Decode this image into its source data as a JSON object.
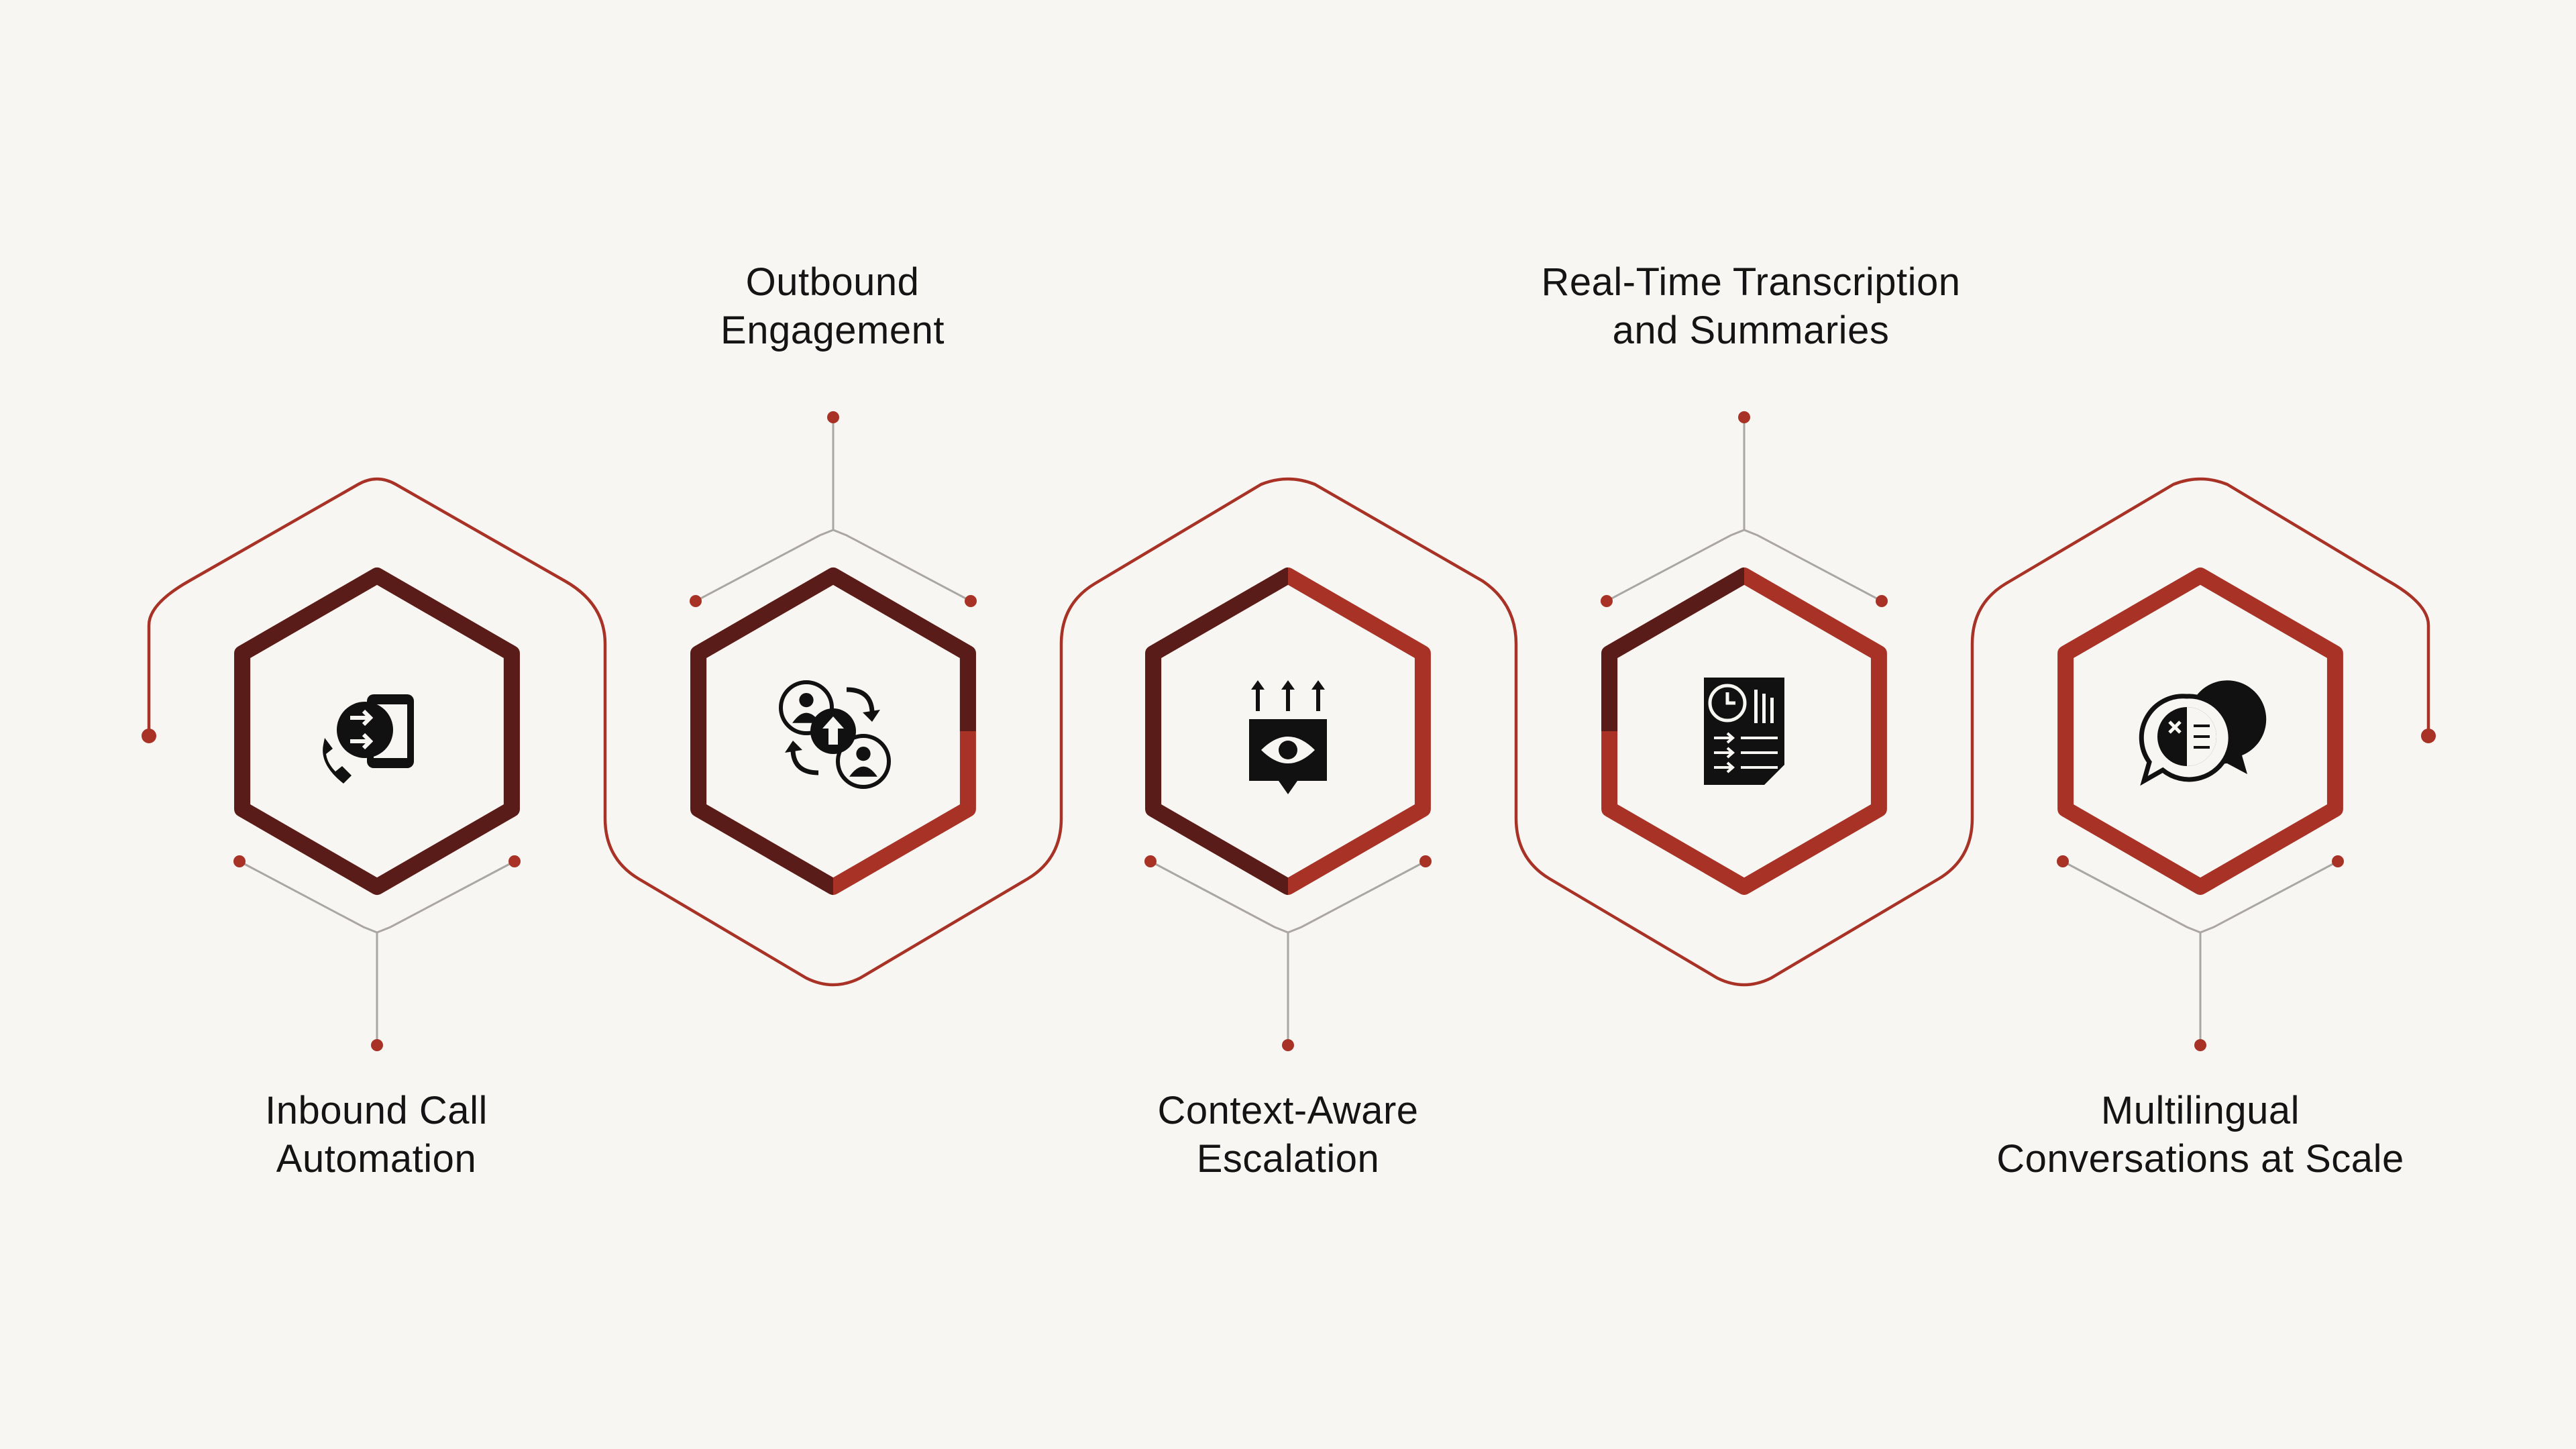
{
  "colors": {
    "background": "#f8f6f3",
    "dark": "#5a1c18",
    "accent": "#a83226",
    "connector": "#a9a6a3",
    "dot": "#a83226",
    "icon": "#111111"
  },
  "steps": [
    {
      "id": "inbound",
      "icon": "phone-transfer-icon",
      "progress": 1.0,
      "label_lines": [
        "Inbound Call",
        "Automation"
      ]
    },
    {
      "id": "outbound",
      "icon": "people-cycle-icon",
      "progress": 0.75,
      "label_lines": [
        "Outbound",
        "Engagement"
      ]
    },
    {
      "id": "escalation",
      "icon": "eye-escalation-icon",
      "progress": 0.5,
      "label_lines": [
        "Context-Aware",
        "Escalation"
      ]
    },
    {
      "id": "transcription",
      "icon": "transcript-document-icon",
      "progress": 0.25,
      "label_lines": [
        "Real-Time Transcription",
        "and Summaries"
      ]
    },
    {
      "id": "multilingual",
      "icon": "chat-bubbles-icon",
      "progress": 0.0,
      "label_lines": [
        "Multilingual",
        "Conversations at Scale"
      ]
    }
  ]
}
